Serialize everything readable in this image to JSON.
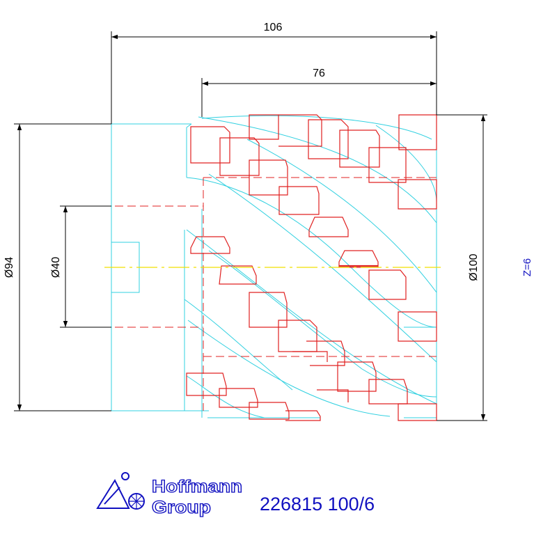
{
  "dimensions": {
    "overall_length": "106",
    "cutting_length": "76",
    "body_diameter": "Ø94",
    "bore_diameter": "Ø40",
    "cutting_diameter": "Ø100"
  },
  "teeth_count": "Z=6",
  "logo": {
    "word1": "Hoffmann",
    "word2": "Group"
  },
  "part_number": "226815 100/6",
  "colors": {
    "dimension": "#000000",
    "cutter": "#e02020",
    "body": "#30d0e0",
    "centerline": "#f0e000",
    "brand": "#1010c0"
  }
}
